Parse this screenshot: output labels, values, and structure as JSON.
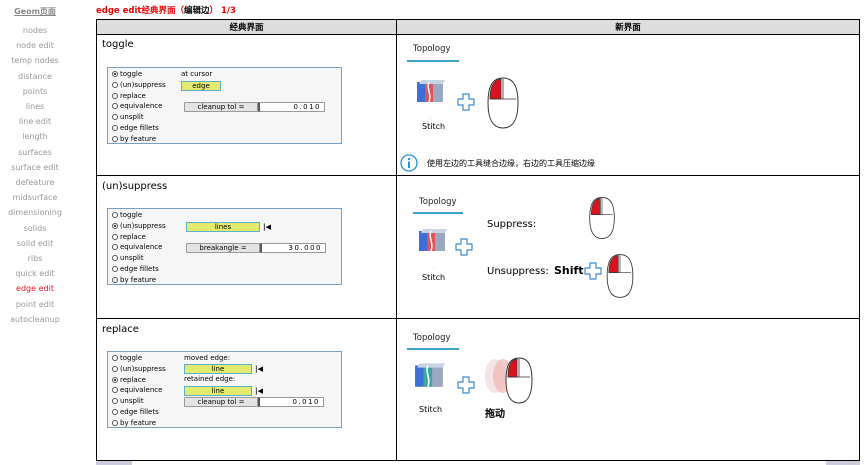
{
  "nav": {
    "title": "Geom页面",
    "items": [
      {
        "label": "nodes",
        "active": false
      },
      {
        "label": "node edit",
        "active": false
      },
      {
        "label": "temp nodes",
        "active": false
      },
      {
        "label": "distance",
        "active": false
      },
      {
        "label": "points",
        "active": false
      },
      {
        "label": "lines",
        "active": false
      },
      {
        "label": "line edit",
        "active": false
      },
      {
        "label": "length",
        "active": false
      },
      {
        "label": "surfaces",
        "active": false
      },
      {
        "label": "surface edit",
        "active": false
      },
      {
        "label": "defeature",
        "active": false
      },
      {
        "label": "midsurface",
        "active": false
      },
      {
        "label": "dimensioning",
        "active": false
      },
      {
        "label": "solids",
        "active": false
      },
      {
        "label": "solid edit",
        "active": false
      },
      {
        "label": "ribs",
        "active": false
      },
      {
        "label": "quick edit",
        "active": false
      },
      {
        "label": "edge edit",
        "active": true
      },
      {
        "label": "point edit",
        "active": false
      },
      {
        "label": "autocleanup",
        "active": false
      }
    ]
  },
  "heading": {
    "prefix": "edge edit经典界面（",
    "highlight": "编辑边",
    "suffix": "）",
    "page": "1/3"
  },
  "table": {
    "col_classic": "经典界面",
    "col_new": "新界面"
  },
  "options": [
    "toggle",
    "(un)suppress",
    "replace",
    "equivalence",
    "unsplit",
    "edge fillets",
    "by feature"
  ],
  "rows": [
    {
      "title": "toggle",
      "selected": 0,
      "cursor_label": "at cursor",
      "entity": "edge",
      "tol_button": "cleanup tol =",
      "tol_value": "0.010",
      "new": {
        "tab": "Topology",
        "tool": "Stitch",
        "tip": "使用左边的工具缝合边缘，右边的工具压缩边缘"
      }
    },
    {
      "title": "(un)suppress",
      "selected": 1,
      "entity": "lines",
      "angle_button": "breakangle =",
      "angle_value": "30.000",
      "new": {
        "tab": "Topology",
        "tool": "Stitch",
        "suppress_label": "Suppress:",
        "unsuppress_label": "Unsuppress:",
        "shift_label": "Shift"
      }
    },
    {
      "title": "replace",
      "selected": 2,
      "moved_label": "moved edge:",
      "moved_entity": "line",
      "retained_label": "retained edge:",
      "retained_entity": "line",
      "tol_button": "cleanup tol =",
      "tol_value": "0.010",
      "new": {
        "tab": "Topology",
        "tool": "Stitch",
        "drag_label": "拖动"
      }
    }
  ],
  "colors": {
    "accent_red": "#e8141e",
    "panel_border": "#7aa0bd",
    "entity_fill": "#e3eb6e",
    "topology_underline": "#3ba6c9",
    "info_blue": "#2a8fd1"
  }
}
